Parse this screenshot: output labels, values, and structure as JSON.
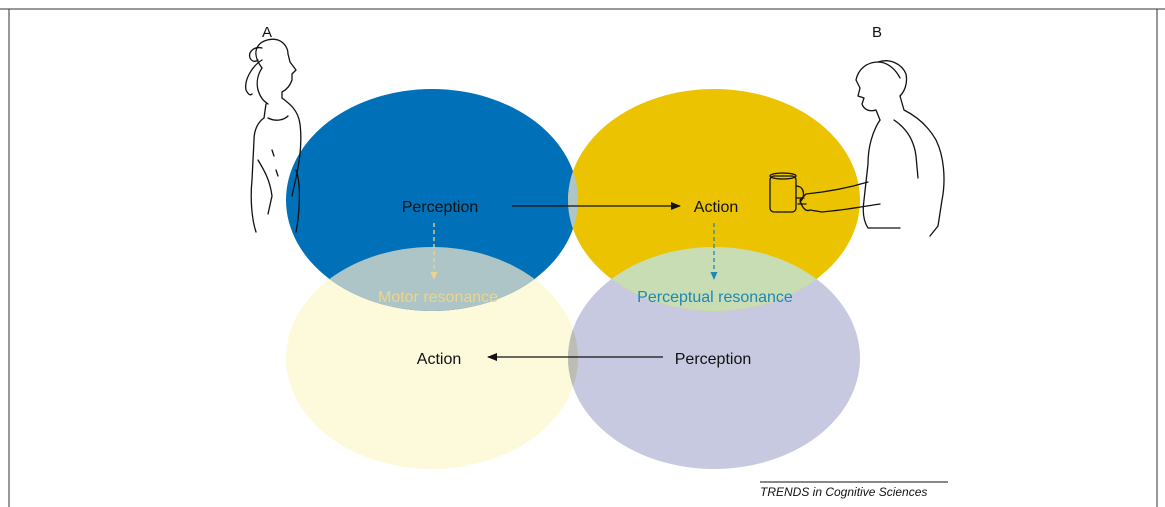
{
  "figure": {
    "label_a": "A",
    "label_b": "B",
    "top_left_label": "Perception",
    "top_right_label": "Action",
    "bottom_left_label": "Action",
    "bottom_right_label": "Perception",
    "motor_resonance": "Motor resonance",
    "perceptual_resonance": "Perceptual resonance",
    "credit": "TRENDS in Cognitive Sciences"
  },
  "colors": {
    "blue": "#0071B8",
    "yellow": "#EBC300",
    "pale_yellow": "#FDFADC",
    "lavender": "#C7C9E1",
    "blue_yellow_overlap": "#ADC5C6",
    "yellow_lavender_overlap": "#C9DDB4",
    "motor_text": "#EDD48A",
    "perceptual_text": "#1E88B3",
    "frame": "#333333"
  },
  "icons": {
    "person_a": "woman-figure-icon",
    "person_b": "man-with-mug-icon"
  }
}
